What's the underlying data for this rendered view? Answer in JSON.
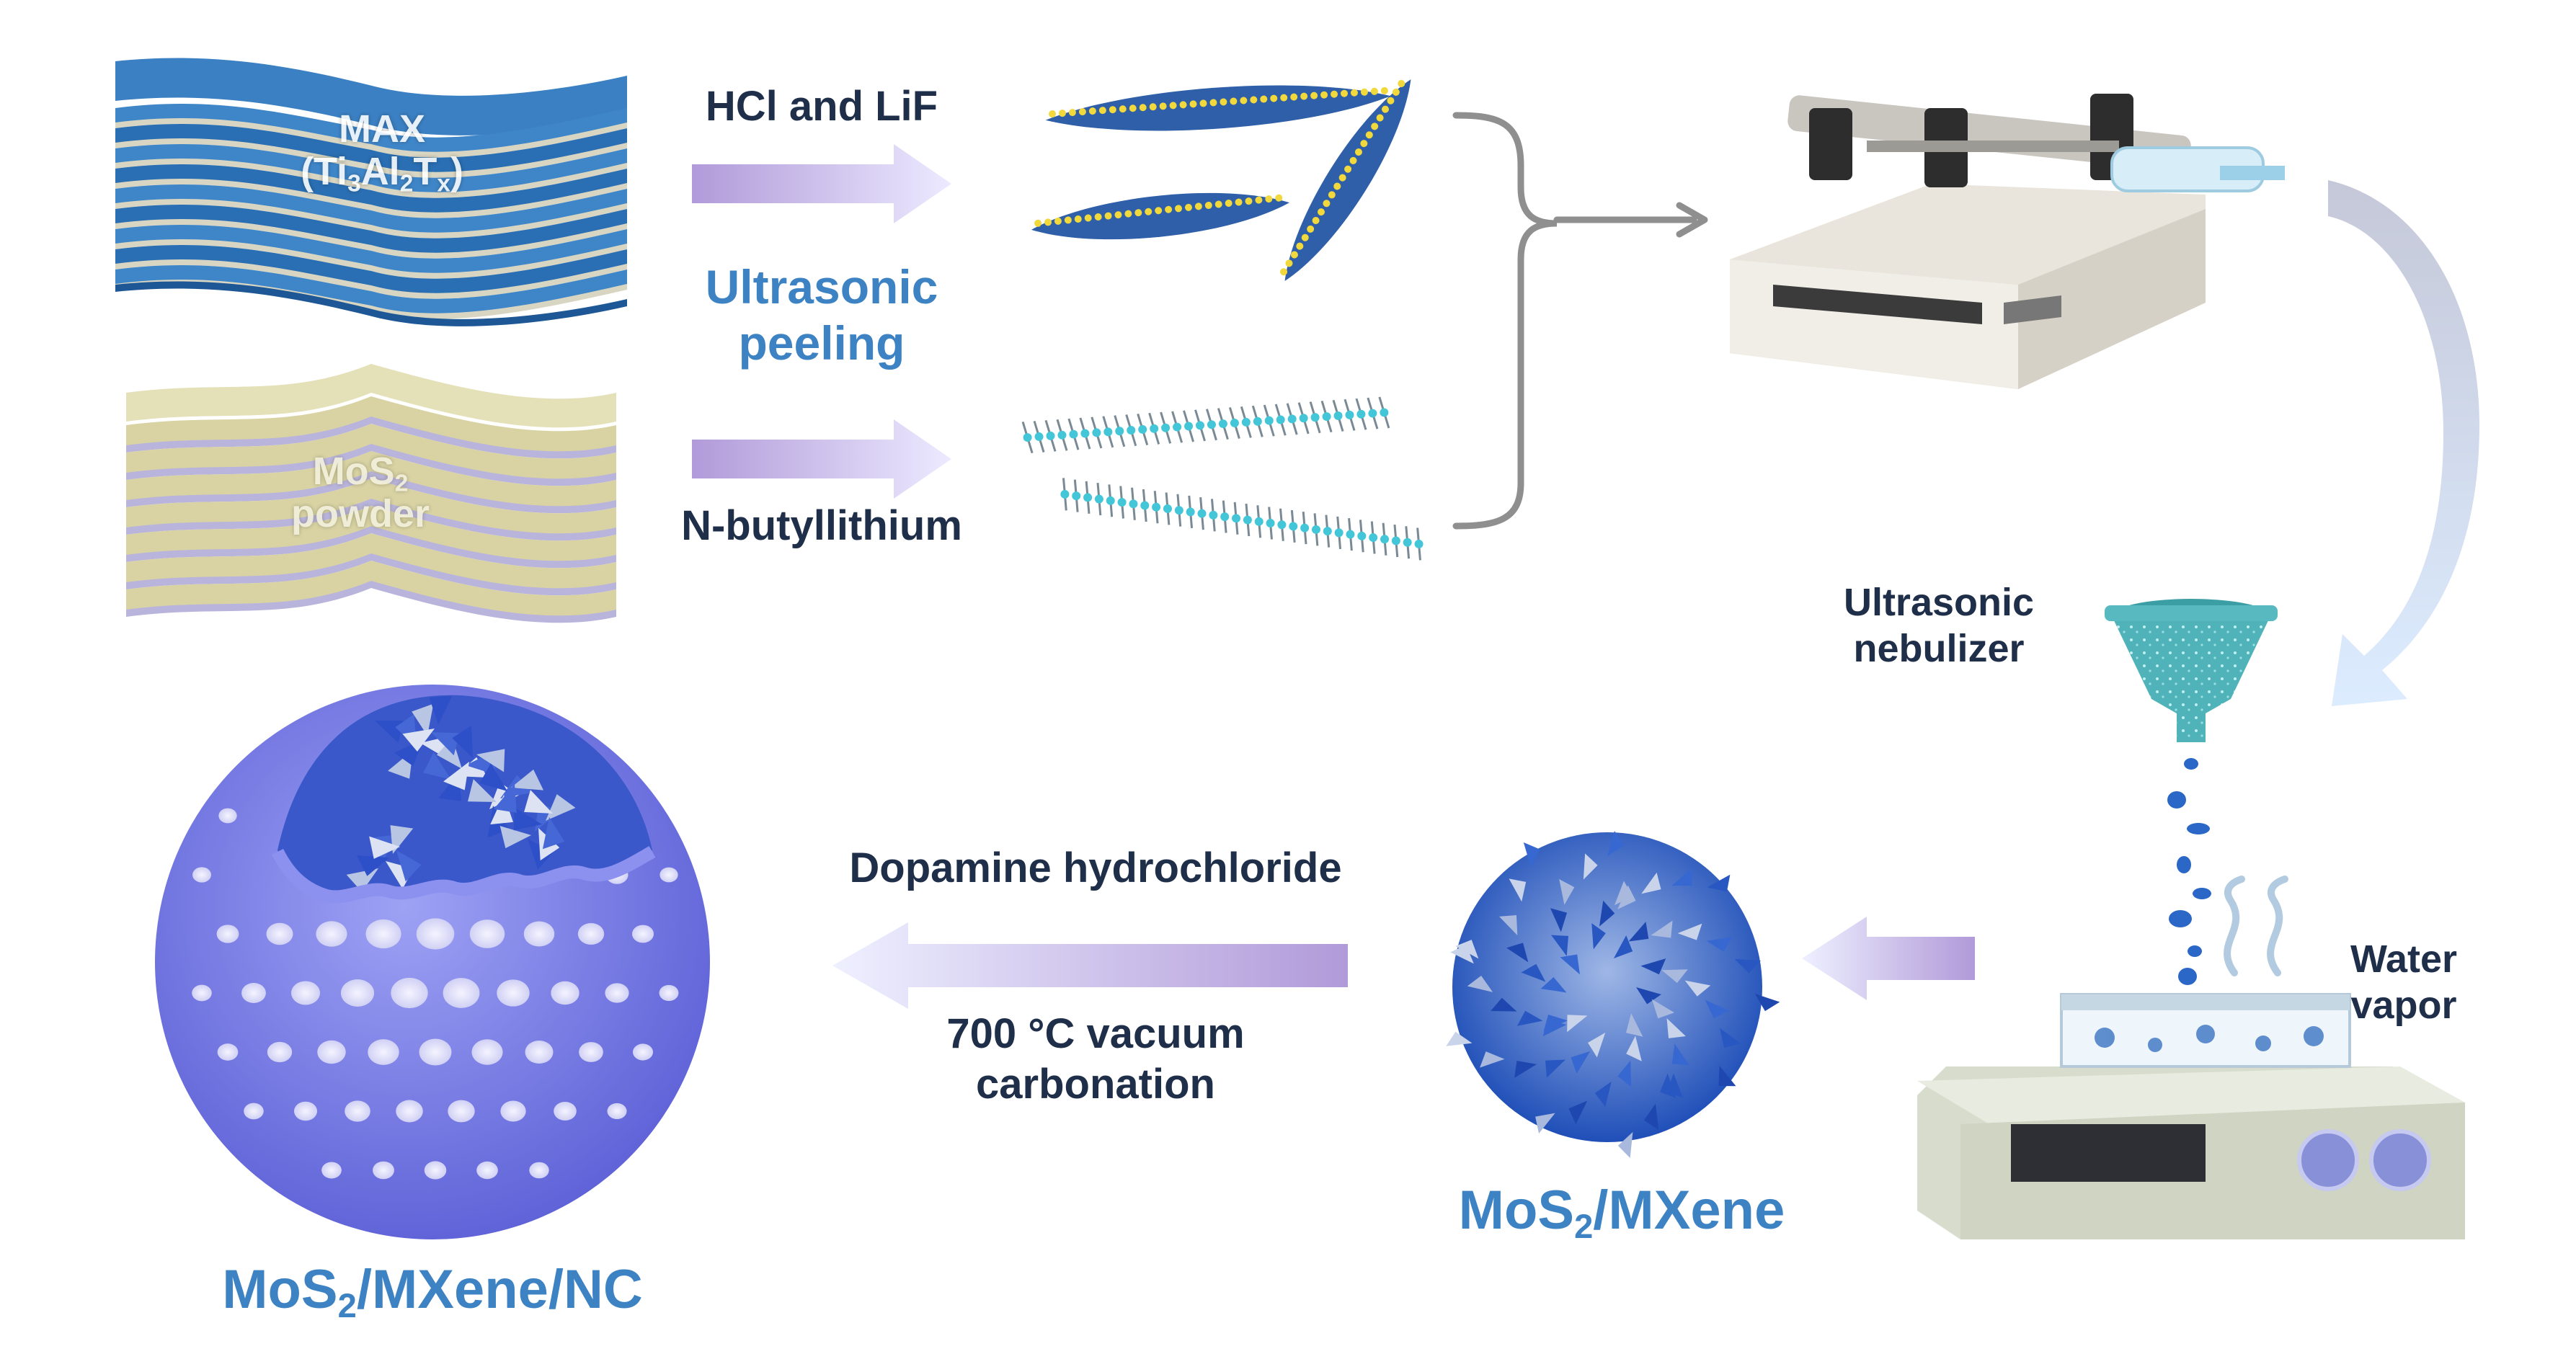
{
  "labels": {
    "max_title": "MAX",
    "max_formula": {
      "p1": "(Ti",
      "s1": "3",
      "p2": "Al",
      "s2": "2",
      "p3": "T",
      "s3": "x",
      "p4": ")"
    },
    "mos2_powder": {
      "p1": "MoS",
      "s1": "2",
      "p2": "powder"
    },
    "hcl_lif": "HCl and LiF",
    "ultrasonic_peeling_1": "Ultrasonic",
    "ultrasonic_peeling_2": "peeling",
    "n_butyllithium": "N-butyllithium",
    "ultrasonic_nebulizer_1": "Ultrasonic",
    "ultrasonic_nebulizer_2": "nebulizer",
    "water_vapor_1": "Water",
    "water_vapor_2": "vapor",
    "dopamine": "Dopamine hydrochloride",
    "vacuum_1": "700 °C vacuum",
    "vacuum_2": "carbonation",
    "mos2_mxene": {
      "p1": "MoS",
      "s1": "2",
      "p2": "/MXene"
    },
    "mos2_mxene_nc": {
      "p1": "MoS",
      "s1": "2",
      "p2": "/MXene/NC"
    }
  },
  "colors": {
    "max_layers": "#2a6fb3",
    "mos2_layers": "#d9d3a4",
    "mos2_stripe": "#b9b4dc",
    "arrow": "#b8a8e0",
    "sphere": "#7b7fe6",
    "flower": "#2f61c9",
    "text_dark": "#1f2f4a",
    "text_blue": "#3d83c4"
  },
  "icons": [
    "syringe-pump-icon",
    "nebulizer-funnel-icon",
    "hot-plate-icon",
    "curved-arrow-icon",
    "bracket-icon"
  ]
}
